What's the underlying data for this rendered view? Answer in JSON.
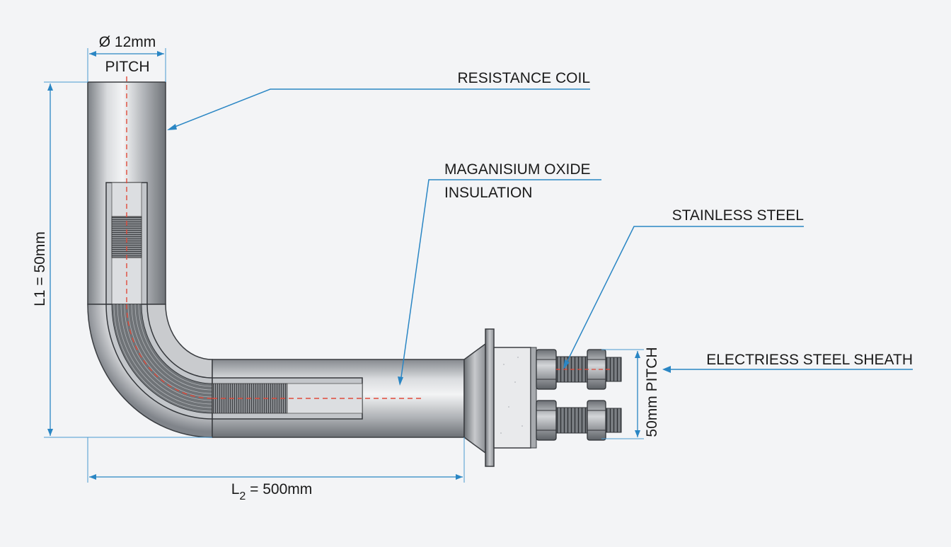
{
  "labels": {
    "diameter": "Ø 12mm",
    "pitch_top": "PITCH",
    "resistance_coil": "RESISTANCE COIL",
    "mgo_line1": "MAGANISIUM OXIDE",
    "mgo_line2": "INSULATION",
    "stainless_steel": "STAINLESS STEEL",
    "sheath": "ELECTRIESS STEEL SHEATH",
    "pitch_side": "50mm PITCH",
    "l1": "L1 = 50mm",
    "l2_prefix": "L",
    "l2_sub": "2",
    "l2_suffix": " = 500mm"
  },
  "colors": {
    "accent": "#2a86c4",
    "center_line": "#e04a3a",
    "metal": "#b3b6ba",
    "background": "#f3f4f6"
  }
}
